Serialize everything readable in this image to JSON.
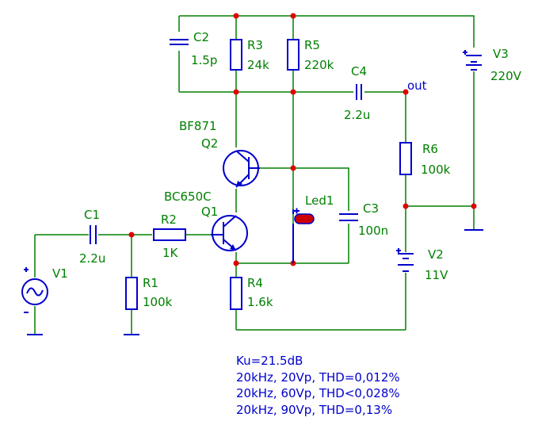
{
  "components": {
    "C1": {
      "name": "C1",
      "value": "2.2u"
    },
    "C2": {
      "name": "C2",
      "value": "1.5p"
    },
    "C3": {
      "name": "C3",
      "value": "100n"
    },
    "C4": {
      "name": "C4",
      "value": "2.2u"
    },
    "R1": {
      "name": "R1",
      "value": "100k"
    },
    "R2": {
      "name": "R2",
      "value": "1K"
    },
    "R3": {
      "name": "R3",
      "value": "24k"
    },
    "R4": {
      "name": "R4",
      "value": "1.6k"
    },
    "R5": {
      "name": "R5",
      "value": "220k"
    },
    "R6": {
      "name": "R6",
      "value": "100k"
    },
    "Q1": {
      "name": "Q1",
      "model": "BC650C"
    },
    "Q2": {
      "name": "Q2",
      "model": "BF871"
    },
    "Led1": {
      "name": "Led1"
    },
    "V1": {
      "name": "V1"
    },
    "V2": {
      "name": "V2",
      "value": "11V"
    },
    "V3": {
      "name": "V3",
      "value": "220V"
    }
  },
  "out_label": "out",
  "notes": [
    "Ku=21.5dB",
    "20kHz, 20Vp, THD=0,012%",
    "20kHz, 60Vp, THD<0,028%",
    "20kHz, 90Vp, THD=0,13%"
  ],
  "colors": {
    "wire": "#008000",
    "component": "#0000cc",
    "node": "#e00000",
    "led": "#cc0000"
  }
}
